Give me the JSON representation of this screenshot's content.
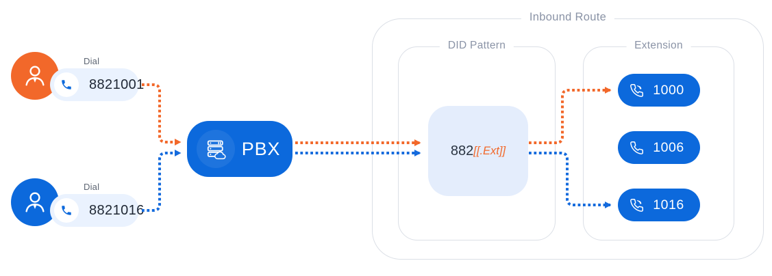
{
  "title": "Inbound Route",
  "callers": [
    {
      "dial_label": "Dial",
      "number": "8821001",
      "accent": "#F2682A"
    },
    {
      "dial_label": "Dial",
      "number": "8821016",
      "accent": "#0C69DC"
    }
  ],
  "pbx": {
    "label": "PBX"
  },
  "sections": {
    "did": {
      "title": "DID Pattern",
      "prefix": "882",
      "ext_token": "[[.Ext]]"
    },
    "extension": {
      "title": "Extension"
    }
  },
  "extensions": [
    {
      "number": "1000",
      "icon": "phone-ringing-icon"
    },
    {
      "number": "1006",
      "icon": "phone-icon"
    },
    {
      "number": "1016",
      "icon": "phone-ringing-icon"
    }
  ],
  "colors": {
    "orange": "#F2682A",
    "blue": "#0C69DC",
    "pill_bg": "#EAF2FE",
    "did_box_bg": "#E4EDFC",
    "border_gray": "#DBDFE6",
    "label_gray": "#8A93A6",
    "text_dark": "#1F2733"
  }
}
